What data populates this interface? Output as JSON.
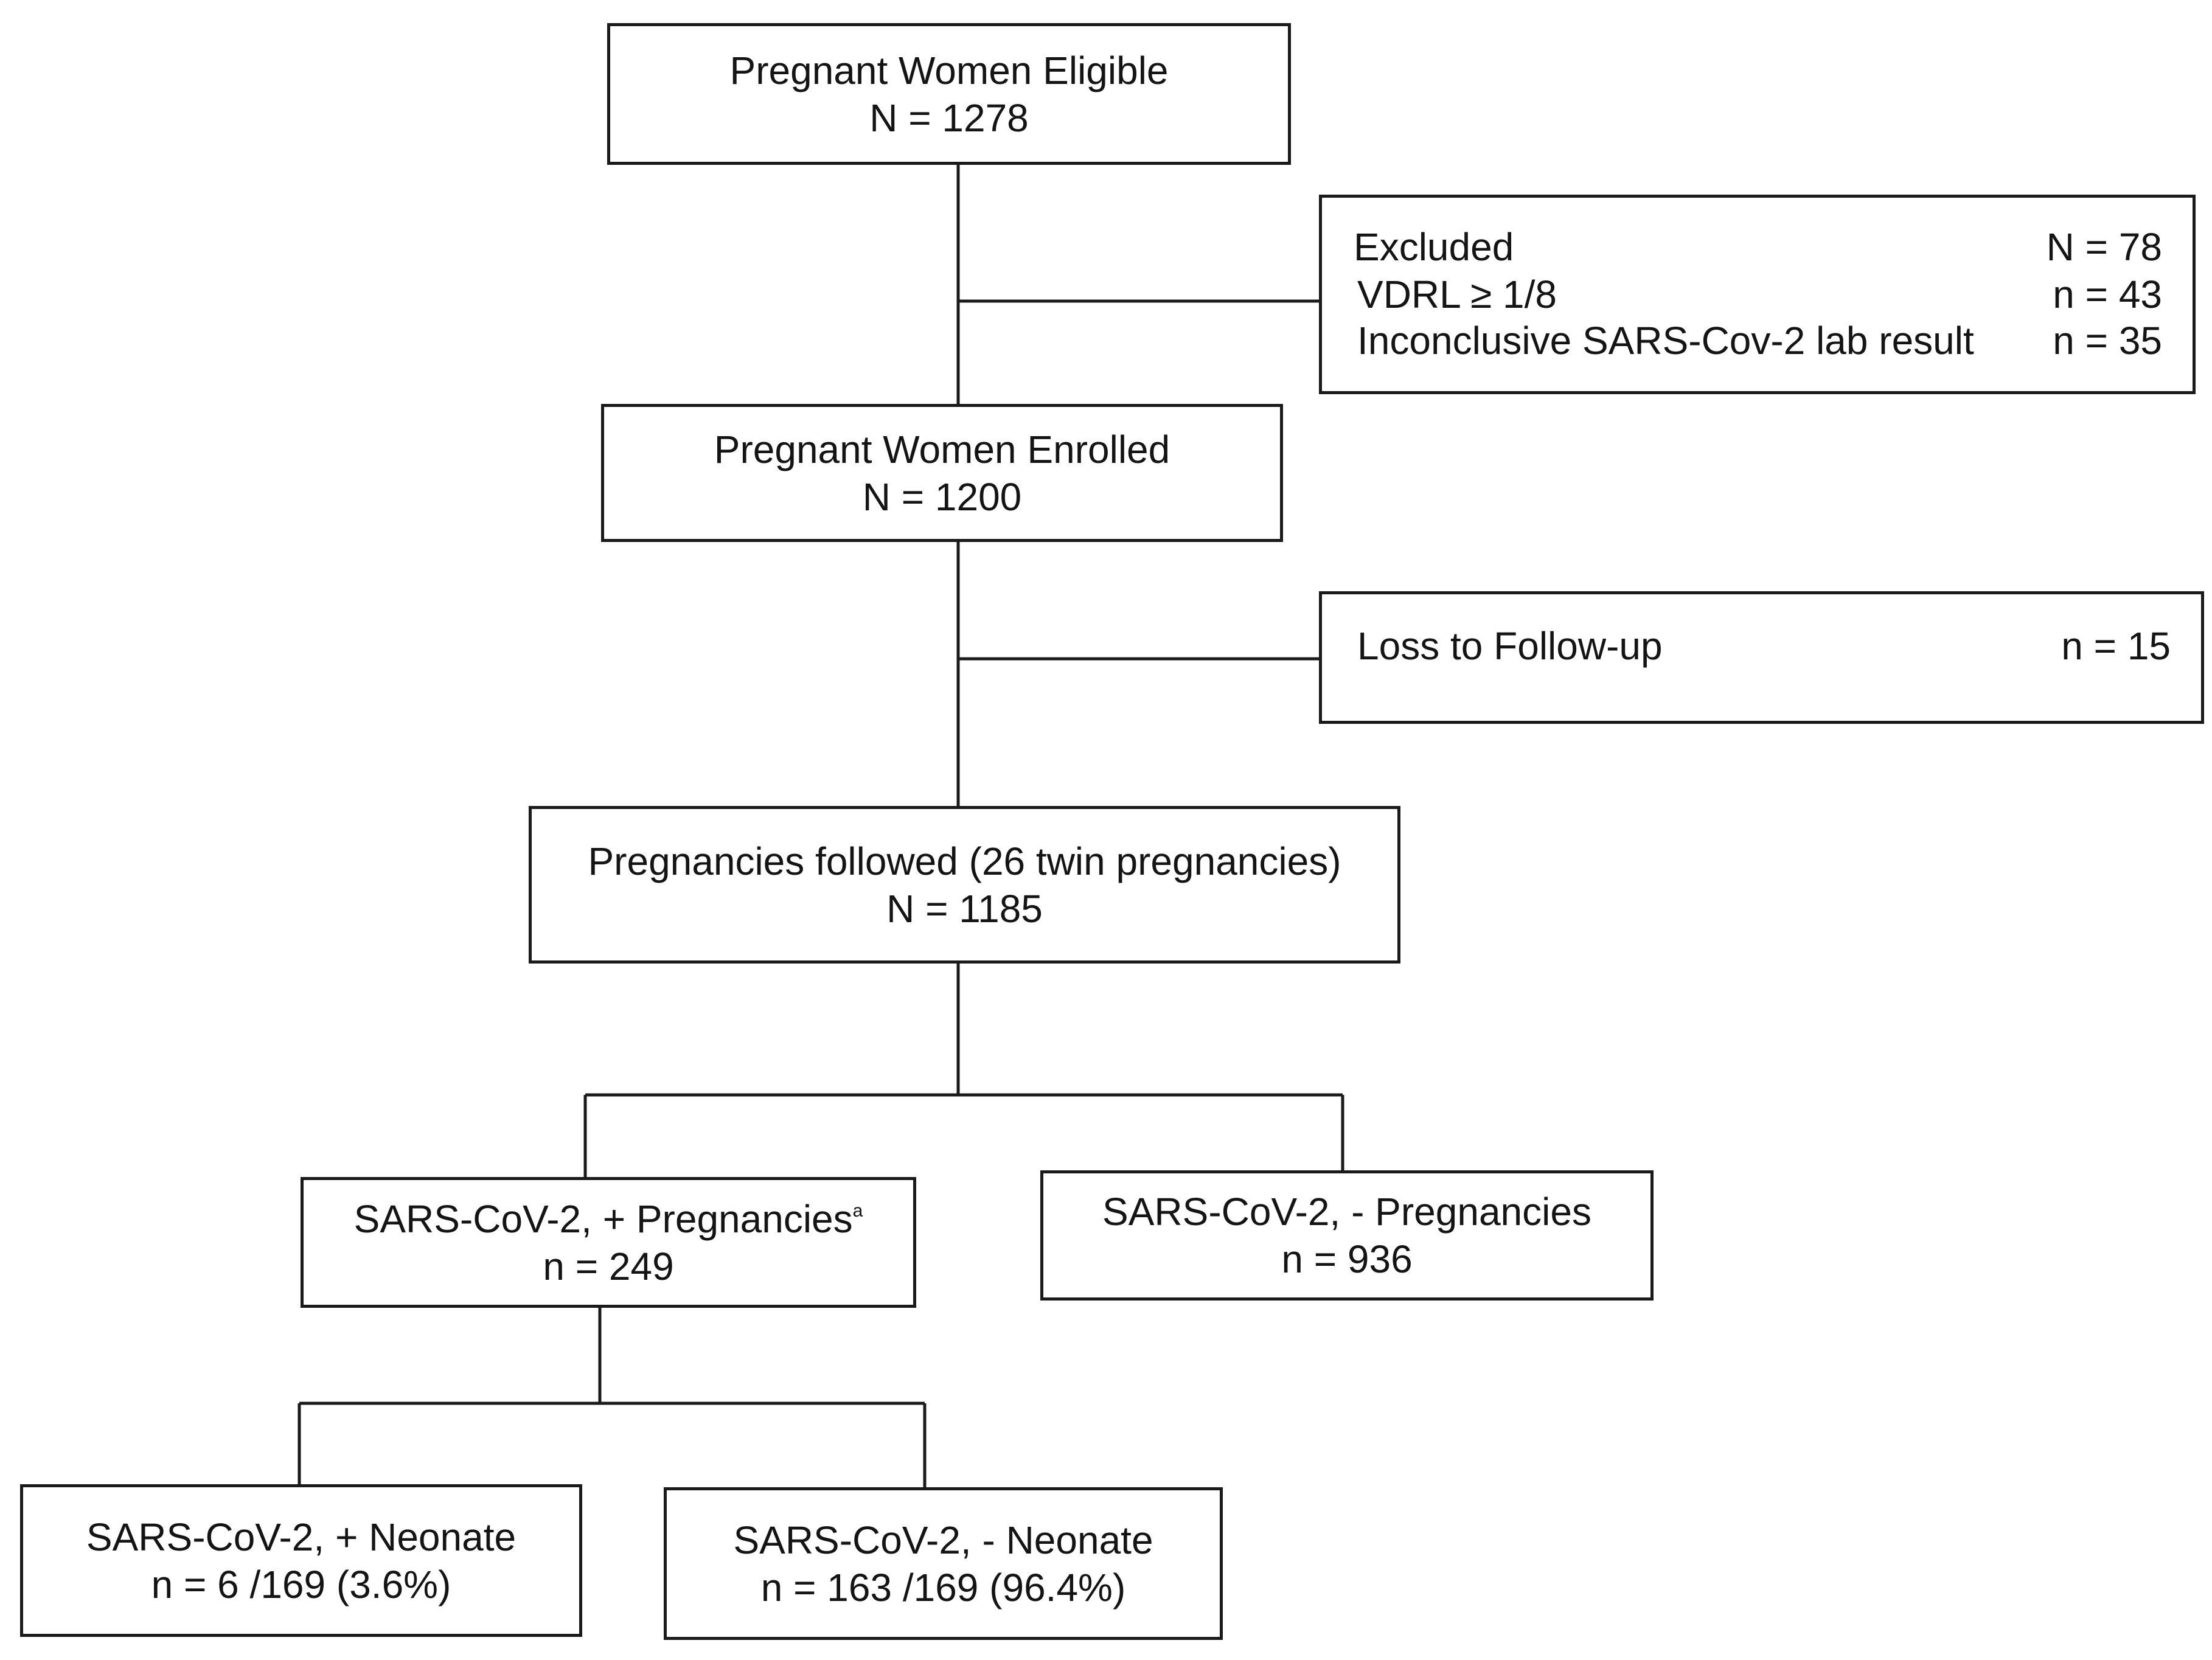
{
  "nodes": {
    "eligible": {
      "title": "Pregnant Women Eligible",
      "count": "N = 1278"
    },
    "excluded": {
      "rows": [
        {
          "label": "Excluded",
          "count": "N = 78"
        },
        {
          "label": "VDRL ≥ 1/8",
          "count": "n = 43"
        },
        {
          "label": "Inconclusive SARS-Cov-2 lab result",
          "count": "n = 35"
        }
      ]
    },
    "enrolled": {
      "title": "Pregnant Women Enrolled",
      "count": "N = 1200"
    },
    "loss": {
      "label": "Loss to Follow-up",
      "count": "n = 15"
    },
    "followed": {
      "title": "Pregnancies followed (26 twin pregnancies)",
      "count": "N = 1185"
    },
    "positive_pregnancies": {
      "title": "SARS-CoV-2, + Pregnancies",
      "footnote_mark": "a",
      "count": "n = 249"
    },
    "negative_pregnancies": {
      "title": "SARS-CoV-2, - Pregnancies",
      "count": "n = 936"
    },
    "positive_neonate": {
      "title": "SARS-CoV-2, + Neonate",
      "count": "n = 6 /169 (3.6%)"
    },
    "negative_neonate": {
      "title": "SARS-CoV-2, - Neonate",
      "count": "n = 163 /169 (96.4%)"
    }
  },
  "colors": {
    "line": "#1a1a1a",
    "text": "#141414",
    "background": "#ffffff"
  }
}
